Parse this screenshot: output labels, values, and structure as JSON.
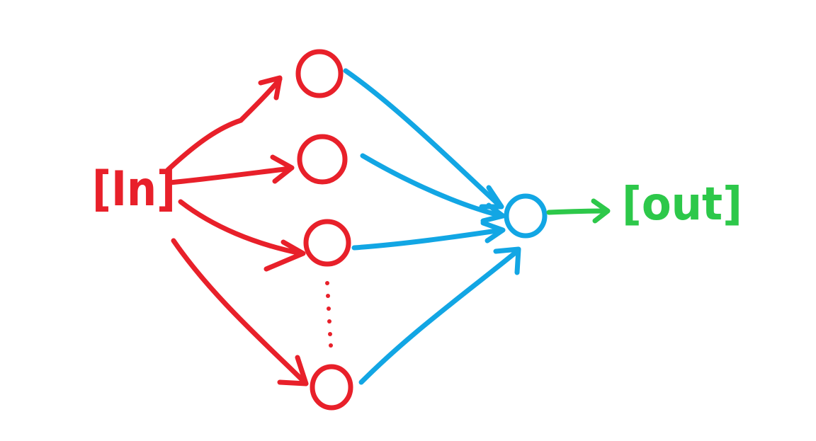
{
  "diagram": {
    "input_label": "[In]",
    "output_label": "[out]",
    "colors": {
      "input": "#e8202a",
      "hidden_nodes": "#e8202a",
      "input_edges": "#e8202a",
      "output_edges": "#12a6e4",
      "output_node": "#12a6e4",
      "output": "#2dc84a",
      "background": "#ffffff"
    },
    "hidden_node_count_shown": 4,
    "ellipsis": "vertical-dots"
  }
}
